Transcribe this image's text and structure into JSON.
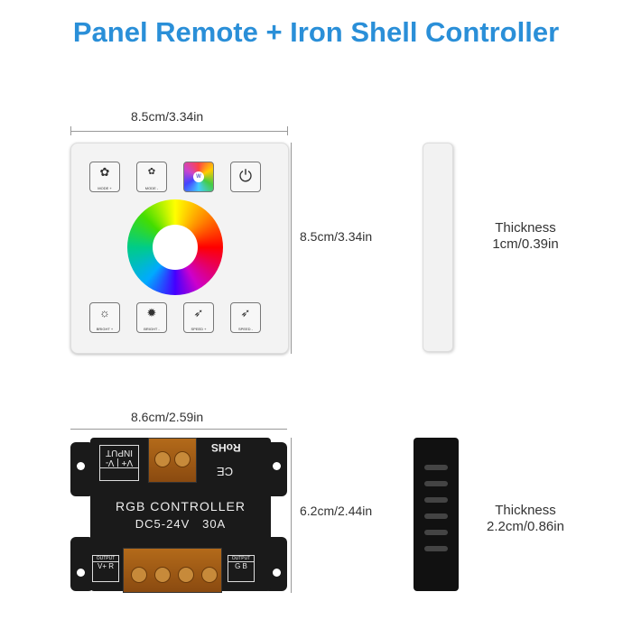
{
  "title": "Panel Remote + Iron Shell Controller",
  "panel": {
    "width_label": "8.5cm/3.34in",
    "height_label": "8.5cm/3.34in",
    "thickness_label": "Thickness",
    "thickness_value": "1cm/0.39in",
    "buttons_top": [
      "MODE +",
      "MODE -",
      "W",
      "power"
    ],
    "buttons_bottom": [
      "BRIGHT +",
      "BRIGHT -",
      "SPEED +",
      "SPEED -"
    ]
  },
  "controller": {
    "width_label": "8.6cm/2.59in",
    "height_label": "6.2cm/2.44in",
    "thickness_label": "Thickness",
    "thickness_value": "2.2cm/0.86in",
    "name": "RGB CONTROLLER",
    "spec": "DC5-24V   30A",
    "input_label": "INPUT",
    "input_pins": "V+ | V-",
    "rohs": "RoHS",
    "ce": "CE",
    "output_label": "OUTPUT",
    "output_left": "V+ R",
    "output_right": "G B"
  }
}
